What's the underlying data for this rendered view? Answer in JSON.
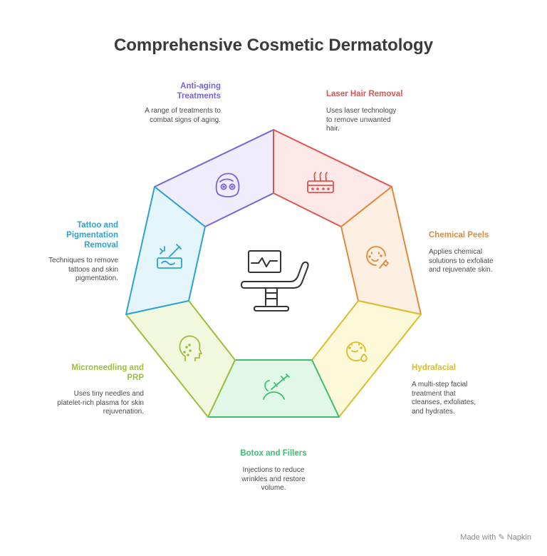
{
  "title": "Comprehensive Cosmetic Dermatology",
  "segments": [
    {
      "label": "Anti-aging Treatments",
      "desc": "A range of treatments to combat signs of aging.",
      "color": "#7c63d6",
      "fill": "#efecfb",
      "icon": "face-mask-icon"
    },
    {
      "label": "Laser Hair Removal",
      "desc": "Uses laser technology to remove unwanted hair.",
      "color": "#e0534f",
      "fill": "#fde9e8",
      "icon": "skin-hair-icon"
    },
    {
      "label": "Chemical Peels",
      "desc": "Applies chemical solutions to exfoliate and rejuvenate skin.",
      "color": "#e08a3a",
      "fill": "#fdefe1",
      "icon": "face-brush-icon"
    },
    {
      "label": "Hydrafacial",
      "desc": "A multi-step facial treatment that cleanses, exfoliates, and hydrates.",
      "color": "#d9bd2a",
      "fill": "#fcf8d8",
      "icon": "face-spray-icon"
    },
    {
      "label": "Botox and Fillers",
      "desc": "Injections to reduce wrinkles and restore volume.",
      "color": "#3cbf6e",
      "fill": "#e1f8e9",
      "icon": "syringe-icon"
    },
    {
      "label": "Microneedling and PRP",
      "desc": "Uses tiny needles and platelet-rich plasma for skin rejuvenation.",
      "color": "#9abf3a",
      "fill": "#f1f8de",
      "icon": "head-dots-icon"
    },
    {
      "label": "Tattoo and Pigmentation Removal",
      "desc": "Techniques to remove tattoos and skin pigmentation.",
      "color": "#2ba3d2",
      "fill": "#e4f4fb",
      "icon": "laser-skin-icon"
    }
  ],
  "center_icon": "treatment-chair-icon",
  "brand": "Made with ✎ Napkin"
}
